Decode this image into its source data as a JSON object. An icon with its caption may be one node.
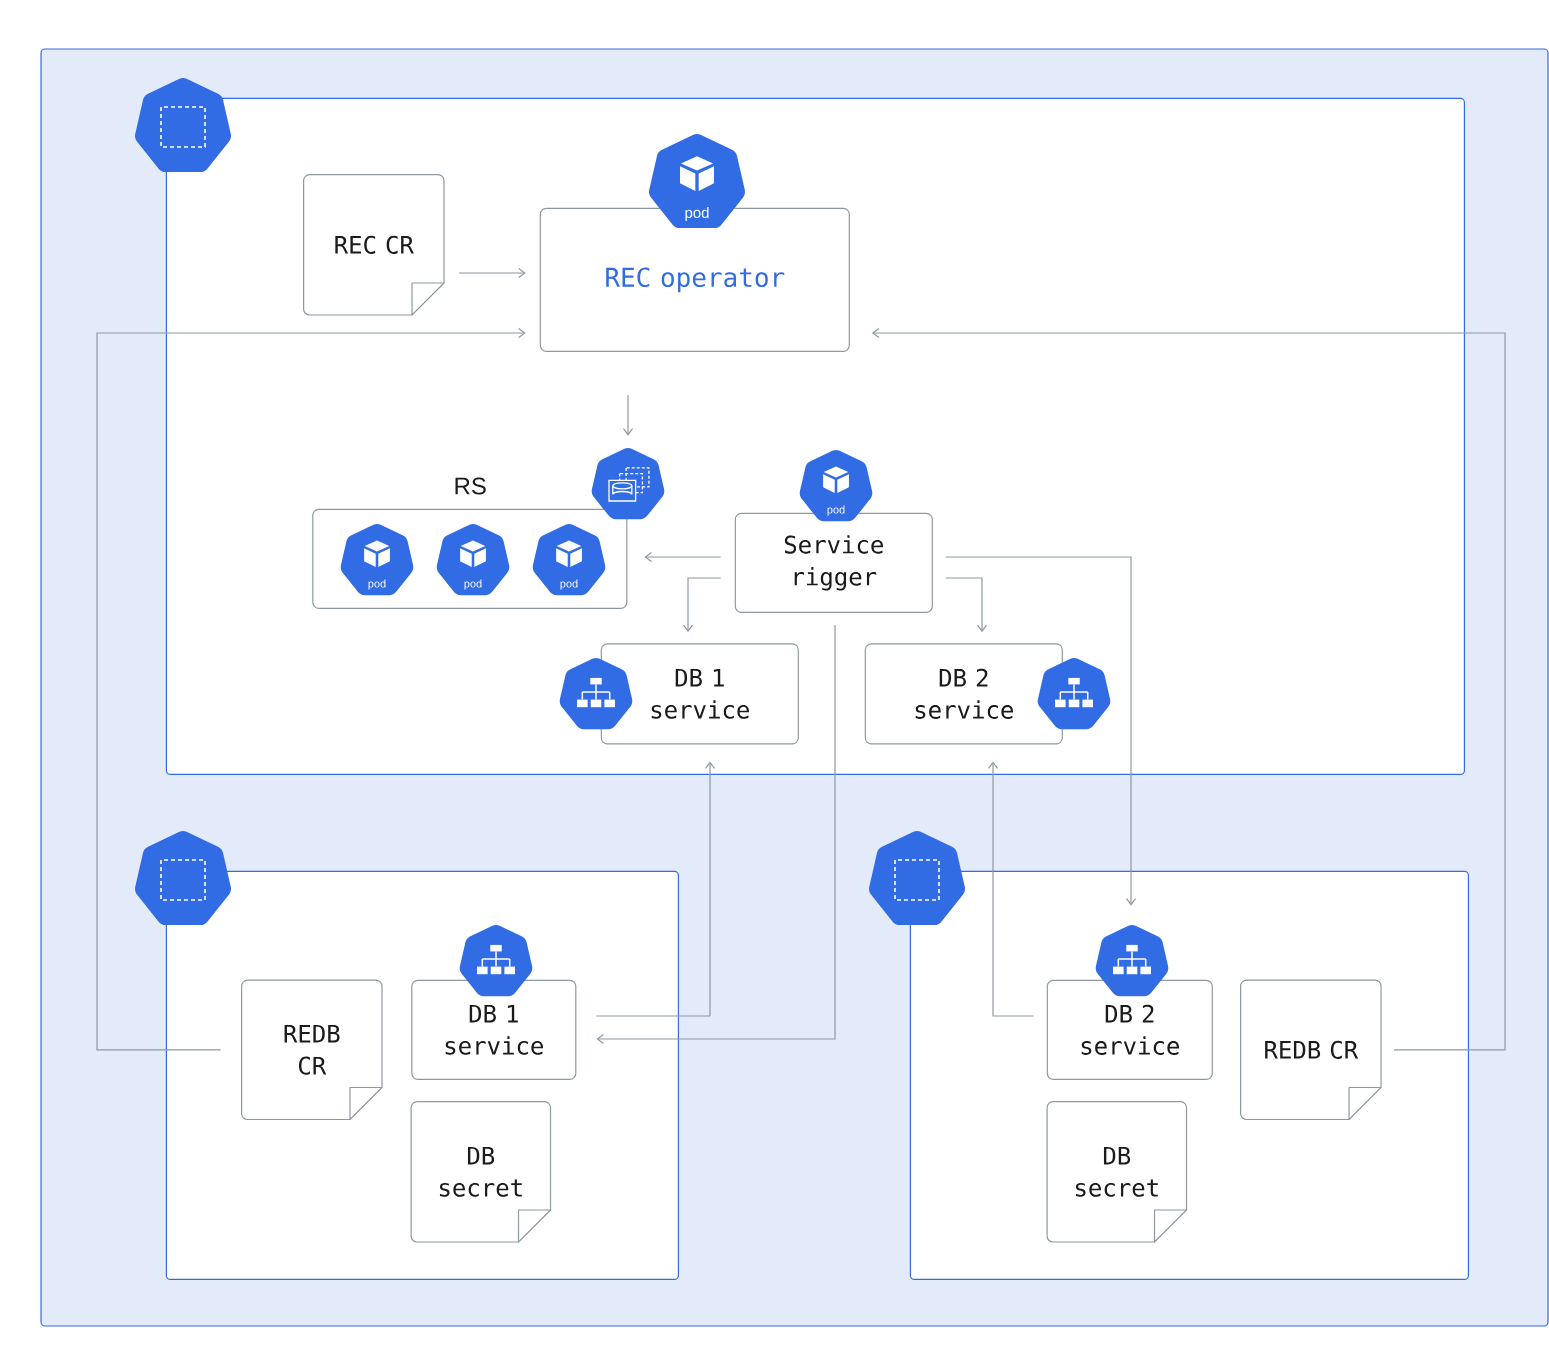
{
  "diagram": {
    "nodes": [
      {
        "text": [],
        "shape": "box"
      },
      {
        "text": [],
        "shape": "box",
        "in": 0
      },
      {
        "text": [
          "REC CR"
        ],
        "in": 1
      },
      {
        "text": [
          "REC operator"
        ],
        "in": 1
      },
      {
        "text": [
          "RS"
        ],
        "in": 1
      },
      {
        "text": [
          "Service rigger"
        ],
        "in": 1
      },
      {
        "text": [
          "DB 1 service"
        ],
        "in": 1
      },
      {
        "text": [
          "DB 2 service"
        ],
        "in": 1
      },
      {
        "text": [],
        "shape": "box",
        "in": 0
      },
      {
        "text": [
          "REDB CR"
        ],
        "in": 8
      },
      {
        "text": [
          "DB 1 service"
        ],
        "in": 8
      },
      {
        "text": [
          "DB secret"
        ],
        "in": 8
      },
      {
        "text": [],
        "shape": "box",
        "in": 0
      },
      {
        "text": [
          "DB 2 service"
        ],
        "in": 12
      },
      {
        "text": [
          "REDB CR"
        ],
        "in": 12
      },
      {
        "text": [
          "DB secret"
        ],
        "in": 12
      }
    ],
    "edges": [
      {
        "from": 2,
        "to": 3,
        "arrow": "to"
      },
      {
        "from": 9,
        "to": 3,
        "arrow": "to"
      },
      {
        "from": 14,
        "to": 3,
        "arrow": "to"
      },
      {
        "from": 3,
        "to": 4,
        "arrow": "to"
      },
      {
        "from": 5,
        "to": 4,
        "arrow": "to"
      },
      {
        "from": 5,
        "to": 6,
        "arrow": "to"
      },
      {
        "from": 5,
        "to": 7,
        "arrow": "to"
      },
      {
        "from": 5,
        "to": 13,
        "arrow": "to"
      },
      {
        "from": 5,
        "to": 10,
        "arrow": "to"
      },
      {
        "from": 10,
        "to": 6,
        "arrow": "to"
      },
      {
        "from": 13,
        "to": 7,
        "arrow": "to"
      }
    ],
    "labels": [
      "pod",
      "pod",
      "pod",
      "pod",
      "pod"
    ]
  }
}
